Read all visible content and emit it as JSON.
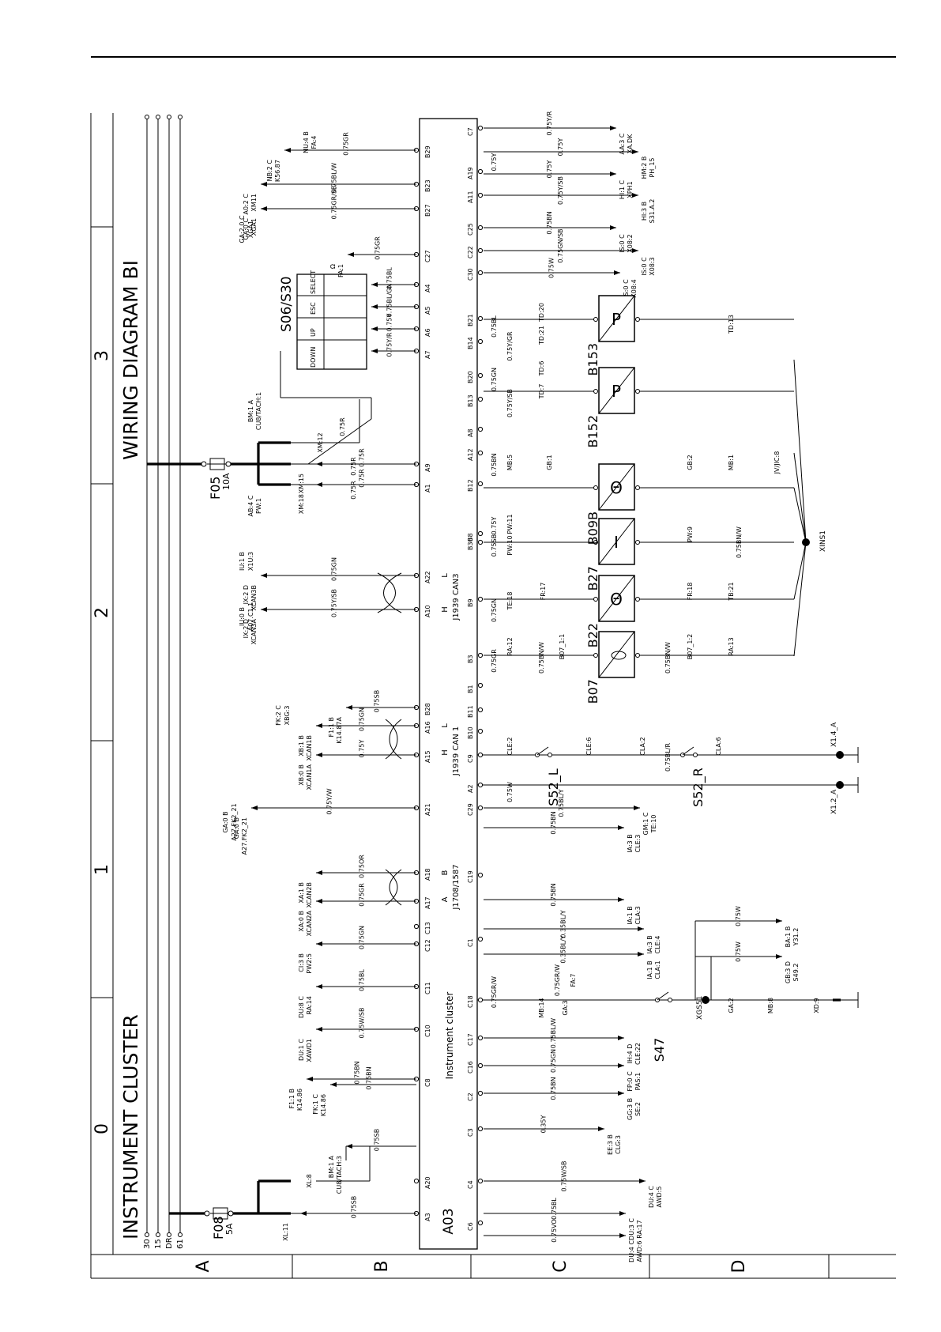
{
  "diagram": {
    "title": "WIRING DIAGRAM BI",
    "subtitle": "INSTRUMENT CLUSTER",
    "component": {
      "id": "A03",
      "name": "Instrument cluster"
    },
    "border": {
      "columns": [
        "0",
        "1",
        "2",
        "3"
      ],
      "rows": [
        "A",
        "B",
        "C",
        "D"
      ]
    },
    "supply_rails": [
      "30",
      "15",
      "DR",
      "61"
    ],
    "fuses": [
      {
        "id": "F08",
        "rating": "5A"
      },
      {
        "id": "F05",
        "rating": "10A"
      }
    ],
    "buses": [
      {
        "name": "J1708/1587",
        "high": "A",
        "low": "B"
      },
      {
        "name": "J1939 CAN 1",
        "high": "H",
        "low": "L"
      },
      {
        "name": "J1939 CAN3",
        "high": "H",
        "low": "L"
      }
    ],
    "switch_block": {
      "id": "S06/S30",
      "labels": [
        "DOWN",
        "UP",
        "ESC",
        "SELECT"
      ]
    },
    "sensors": [
      {
        "id": "B07",
        "symbol": ""
      },
      {
        "id": "B22",
        "symbol": "Θ"
      },
      {
        "id": "B27",
        "symbol": "I"
      },
      {
        "id": "B09B",
        "symbol": "Θ"
      },
      {
        "id": "B152",
        "symbol": "P"
      },
      {
        "id": "B153",
        "symbol": "P"
      }
    ],
    "switches": [
      "S52_L",
      "S52_R",
      "S47"
    ],
    "splices": [
      "XINS1",
      "XGS51"
    ],
    "grounds": [
      "X1.4_A",
      "X1.2_A"
    ],
    "pins_top": [
      "A3",
      "A20",
      "C8",
      "C10",
      "C11",
      "C12",
      "C13",
      "A17",
      "A18",
      "A21",
      "A15",
      "A16",
      "B28",
      "A10",
      "A22",
      "A1",
      "A9",
      "A7",
      "A6",
      "A5",
      "A4",
      "C27",
      "B27",
      "B23",
      "B29"
    ],
    "pins_bottom": [
      "C6",
      "C4",
      "C3",
      "C2",
      "C16",
      "C17",
      "C18",
      "C1",
      "C19",
      "C29",
      "A2",
      "C9",
      "B10",
      "B11",
      "B1",
      "B3",
      "B9",
      "B30",
      "B8",
      "B12",
      "A12",
      "A8",
      "B13",
      "B20",
      "B14",
      "B21",
      "C30",
      "C22",
      "C25",
      "A11",
      "A19",
      "C7"
    ],
    "top_cables": [
      {
        "color": "0.75SB",
        "dest": [
          "XL:11"
        ]
      },
      {
        "color": "0.75SB",
        "dest": [
          "BM:1 A",
          "CU8/TACH:3"
        ]
      },
      {
        "color": "0.75BN",
        "dest": [
          "FK:1 C",
          "K14.86"
        ]
      },
      {
        "color": "0.75BN",
        "dest": [
          "F1:1 B",
          "K14.86"
        ]
      },
      {
        "color": "0.75W/SB",
        "dest": [
          "DU:1 C",
          "XAWD1"
        ]
      },
      {
        "color": "0.75BL",
        "dest": [
          "DU:8 C",
          "RA:14"
        ]
      },
      {
        "color": "0.75GN",
        "dest": [
          "CI:3 B",
          "PW2:5"
        ]
      },
      {
        "color": "0.75GR",
        "dest": [
          "XA:0 B",
          "XCAN2A"
        ]
      },
      {
        "color": "0.75OR",
        "dest": [
          "XA:1 B",
          "XCAN2B"
        ]
      },
      {
        "color": "0.75Y/W",
        "dest": [
          "GA:0 B",
          "A27.FK2_21"
        ]
      },
      {
        "color": "0.75Y",
        "dest": [
          "XB:0 B",
          "XCAN1A"
        ]
      },
      {
        "color": "0.75GN",
        "dest": [
          "XB:1 B",
          "XCAN1B"
        ]
      },
      {
        "color": "0.75SB",
        "dest": [
          "F1:1 B",
          "K14.87A"
        ]
      },
      {
        "color": "0.75Y/SB",
        "dest": [
          "IX:2 D",
          "XCAN3A"
        ]
      },
      {
        "color": "0.75GN",
        "dest": [
          "IX:2 D",
          "XCAN3B"
        ]
      },
      {
        "color": "0.75R",
        "dest": [
          "XM:18"
        ]
      },
      {
        "color": "0.75R",
        "dest": [
          "XM:15"
        ]
      },
      {
        "color": "0.75Y/R",
        "dest": [
          ""
        ]
      },
      {
        "color": "0.75Y",
        "dest": [
          ""
        ]
      },
      {
        "color": "0.75BL/GN",
        "dest": [
          ""
        ]
      },
      {
        "color": "0.75BL",
        "dest": [
          ""
        ]
      },
      {
        "color": "0.75GR",
        "dest": [
          "Ω",
          "FA:1"
        ]
      },
      {
        "color": "0.75GR/SB",
        "dest": [
          "GA:0 C",
          "XGA1"
        ]
      },
      {
        "color": "0.75BL/W",
        "dest": [
          "A0:2 C",
          "XM11"
        ]
      },
      {
        "color": "0.75GR",
        "dest": [
          "NB:2 C",
          "K56.87"
        ]
      }
    ],
    "bottom_cables": [
      {
        "color": "0.75BL",
        "dest": [
          "DU:3 C",
          "RA:17"
        ]
      },
      {
        "color": "0.75VO",
        "dest": [
          "DU:4 C",
          "AWD:6"
        ]
      },
      {
        "color": "0.75W/SB",
        "dest": [
          "DU:4 C",
          "AWD:5"
        ]
      },
      {
        "color": "0.35Y",
        "dest": [
          "EE:3 B",
          "CLG:3"
        ]
      },
      {
        "color": "0.75BN",
        "dest": [
          "GG:3 B",
          "SE:2"
        ]
      },
      {
        "color": "0.75GN",
        "dest": [
          "FP:0 C",
          "PAS:1"
        ]
      },
      {
        "color": "0.75BL/W",
        "dest": [
          "IH:4 D",
          "CLE:22"
        ]
      },
      {
        "color": "0.35BL/Y",
        "dest": [
          "IA:1 B",
          "CLA:1"
        ]
      },
      {
        "color": "0.35BL/Y",
        "dest": [
          "IA:3 B",
          "CLE:4"
        ]
      },
      {
        "color": "0.75BN",
        "dest": [
          "IA:1 B",
          "CLA:3"
        ]
      },
      {
        "color": "0.75BN",
        "dest": [
          "IA:3 B",
          "CLE:3"
        ]
      },
      {
        "color": "0.75BL/Y",
        "dest": [
          "GM:1 C",
          "TE:10"
        ]
      },
      {
        "color": "0.75Y/R",
        "dest": [
          "AA:3 C",
          "XA.DK"
        ]
      },
      {
        "color": "0.75Y",
        "dest": [
          "HM:2 B",
          "PH_15"
        ]
      },
      {
        "color": "0.75Y",
        "dest": [
          "HI:1 C",
          "XPH1"
        ]
      },
      {
        "color": "0.75Y/SB",
        "dest": [
          "HI:3 B",
          "S31.A.2"
        ]
      },
      {
        "color": "0.75BN",
        "dest": [
          "IS:0 C",
          "X08:2"
        ]
      },
      {
        "color": "0.75GN/SB",
        "dest": [
          "IS:0 C",
          "X08:3"
        ]
      },
      {
        "color": "0.75W",
        "dest": [
          "IS:0 C",
          "X08:4"
        ]
      },
      {
        "color": "0.75W",
        "dest": [
          "BA:1 B",
          "Y31.2"
        ]
      },
      {
        "color": "0.75W",
        "dest": [
          "GB:3 D",
          "S49.2"
        ]
      }
    ],
    "misc_labels": {
      "wire_075W": "0.75W",
      "wire_075BNW": "0.75BN/W",
      "wire_075BLR": "0.75BL/R",
      "wire_075GRW": "0.75GR/W",
      "wire_075GRGW": "0.75GR/W",
      "wire_075BNWa": "0.75BN/W",
      "conn_CLE2": "CLE:2",
      "conn_CLE6": "CLE:6",
      "conn_CLA2": "CLA:2",
      "conn_CLA6": "CLA:6",
      "conn_MB14": "MB:14",
      "conn_GA3": "GA:3",
      "conn_FA7": "FA:7",
      "conn_GA2": "GA:2",
      "conn_MB8": "MB:8",
      "conn_XD9": "XD:9",
      "conn_RA12": "RA:12",
      "conn_B07_11": "B07_1:1",
      "conn_TE18": "TE:18",
      "conn_FR17": "FR:17",
      "conn_PW10": "PW:10",
      "conn_PW11": "PW:11",
      "conn_MB5": "MB:5",
      "conn_GB1": "GB:1",
      "conn_B07_12": "B07_1:2",
      "conn_RA13": "RA:13",
      "conn_FR18": "FR:18",
      "conn_TB21": "TB:21",
      "conn_PW9": "PW:9",
      "conn_GB2": "GB:2",
      "conn_MB1": "MB:1",
      "conn_JVJIC8": "JV/JIC:8",
      "conn_TD20": "TD:20",
      "conn_TD21": "TD:21",
      "conn_TD6": "TD:6",
      "conn_TD7": "TD:7",
      "conn_TD13": "TD:13",
      "conn_XL8": "XL:8",
      "conn_XM12": "XM:12",
      "conn_BM1A": "BM:1 A",
      "conn_CU8": "CU8/TACH:1",
      "conn_AB4C": "AB:4 C",
      "conn_PW1": "PW:1",
      "conn_GA20": "GA:2.0 C",
      "conn_XGA1": "XGA1",
      "conn_NU4B": "NU:4 B",
      "conn_FA4": "FA:4",
      "conn_IU1B": "IU:1 B",
      "conn_X1U3": "X1U:3",
      "conn_IU0B": "IU:0 B",
      "conn_A07": "A07.C1.1",
      "conn_FK2C": "FK:2 C",
      "conn_XBG3": "XBG:3",
      "conn_GA0B2": "GA:0 B",
      "conn_A27b": "A27.FK2_21",
      "wire_075BNWb": "0.75BN/W",
      "wire_075Ya": "0.75Y",
      "wire_075BLb": "0.75BL",
      "wire_075GNb": "0.75GN",
      "wire_075YSBb": "0.75Y/SB",
      "wire_075YGR": "0.75Y/GR",
      "wire_075BNc": "0.75BN",
      "wire_075GRb": "0.75GR",
      "wire_075GNc": "0.75GN",
      "wire_075Yc": "0.75Y",
      "wire_075SBc": "0.75SB",
      "wire_075Rc": "0.75R",
      "wire_075Rd": "0.75R",
      "wire_075Re": "0.75R"
    }
  }
}
